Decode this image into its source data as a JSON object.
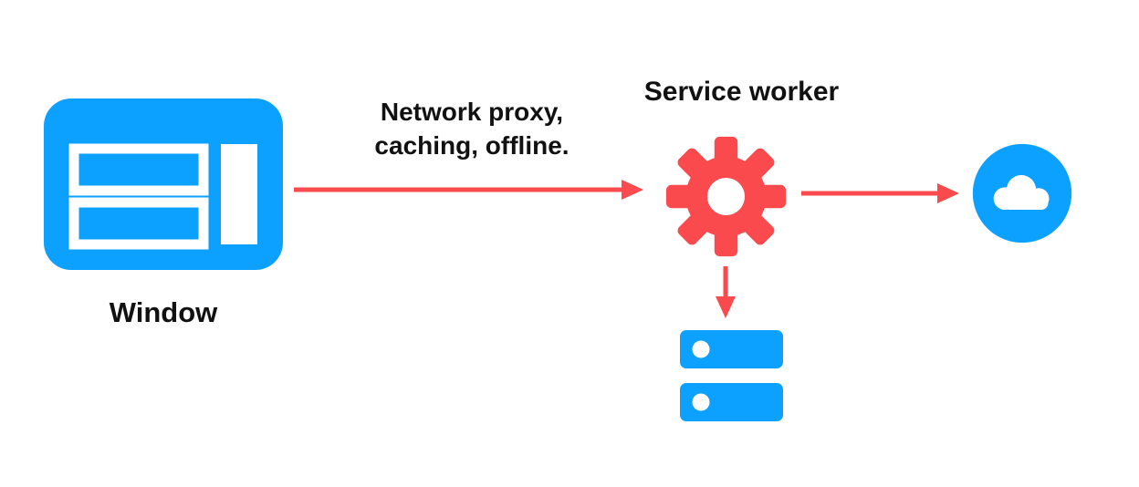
{
  "diagram": {
    "window": {
      "label": "Window",
      "icon": "browser-window-icon"
    },
    "arrow_caption": {
      "line1": "Network proxy,",
      "line2": "caching, offline."
    },
    "service_worker": {
      "label": "Service worker",
      "icon": "gear-icon"
    },
    "network": {
      "icon": "cloud-icon"
    },
    "storage": {
      "icon": "database-icon"
    },
    "arrows": [
      {
        "name": "window-to-service-worker",
        "direction": "right"
      },
      {
        "name": "service-worker-to-network",
        "direction": "right"
      },
      {
        "name": "service-worker-to-storage",
        "direction": "down"
      }
    ],
    "colors": {
      "blue": "#0da1ff",
      "red": "#fb4a4e",
      "text": "#111111",
      "background": "#ffffff"
    }
  }
}
